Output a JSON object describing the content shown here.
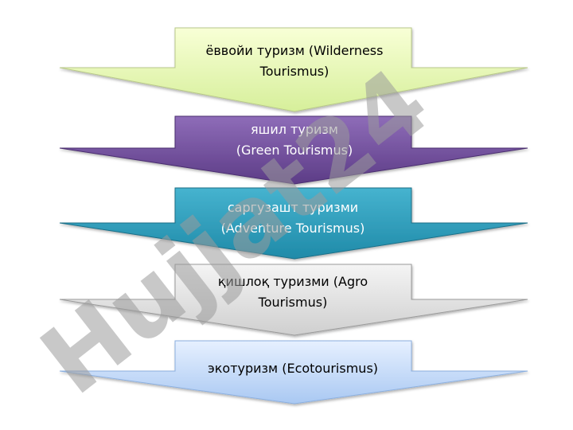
{
  "diagram": {
    "colors": {
      "arrow1_top": "#f8ffd6",
      "arrow1_bottom": "#d6ef9a",
      "arrow1_stroke": "#b9c98a",
      "arrow2_top": "#8e6cb8",
      "arrow2_bottom": "#5c3c86",
      "arrow2_stroke": "#4b2f70",
      "arrow3_top": "#46b3cf",
      "arrow3_bottom": "#1f8aa8",
      "arrow3_stroke": "#1b6f88",
      "arrow4_top": "#f4f4f4",
      "arrow4_bottom": "#cfcfcf",
      "arrow4_stroke": "#9a9a9a",
      "arrow5_top": "#e6f0ff",
      "arrow5_bottom": "#a9c8f2",
      "arrow5_stroke": "#8cb0e0",
      "watermark": "#9a9a9a"
    },
    "arrows": [
      {
        "line1": "ёввойи туризм (Wilderness",
        "line2": "Tourismus)",
        "text_color": "#000000"
      },
      {
        "line1": "яшил туризм",
        "line2": "(Green Tourismus)",
        "text_color": "#ffffff"
      },
      {
        "line1": "саргузашт туризми",
        "line2": "(Adventure Tourismus)",
        "text_color": "#ffffff"
      },
      {
        "line1": "қишлоқ туризми (Agro",
        "line2": "Tourismus)",
        "text_color": "#000000"
      },
      {
        "line1": "экотуризм (Ecotourismus)",
        "line2": "",
        "text_color": "#000000"
      }
    ],
    "watermark_text": "Hujjat24"
  }
}
